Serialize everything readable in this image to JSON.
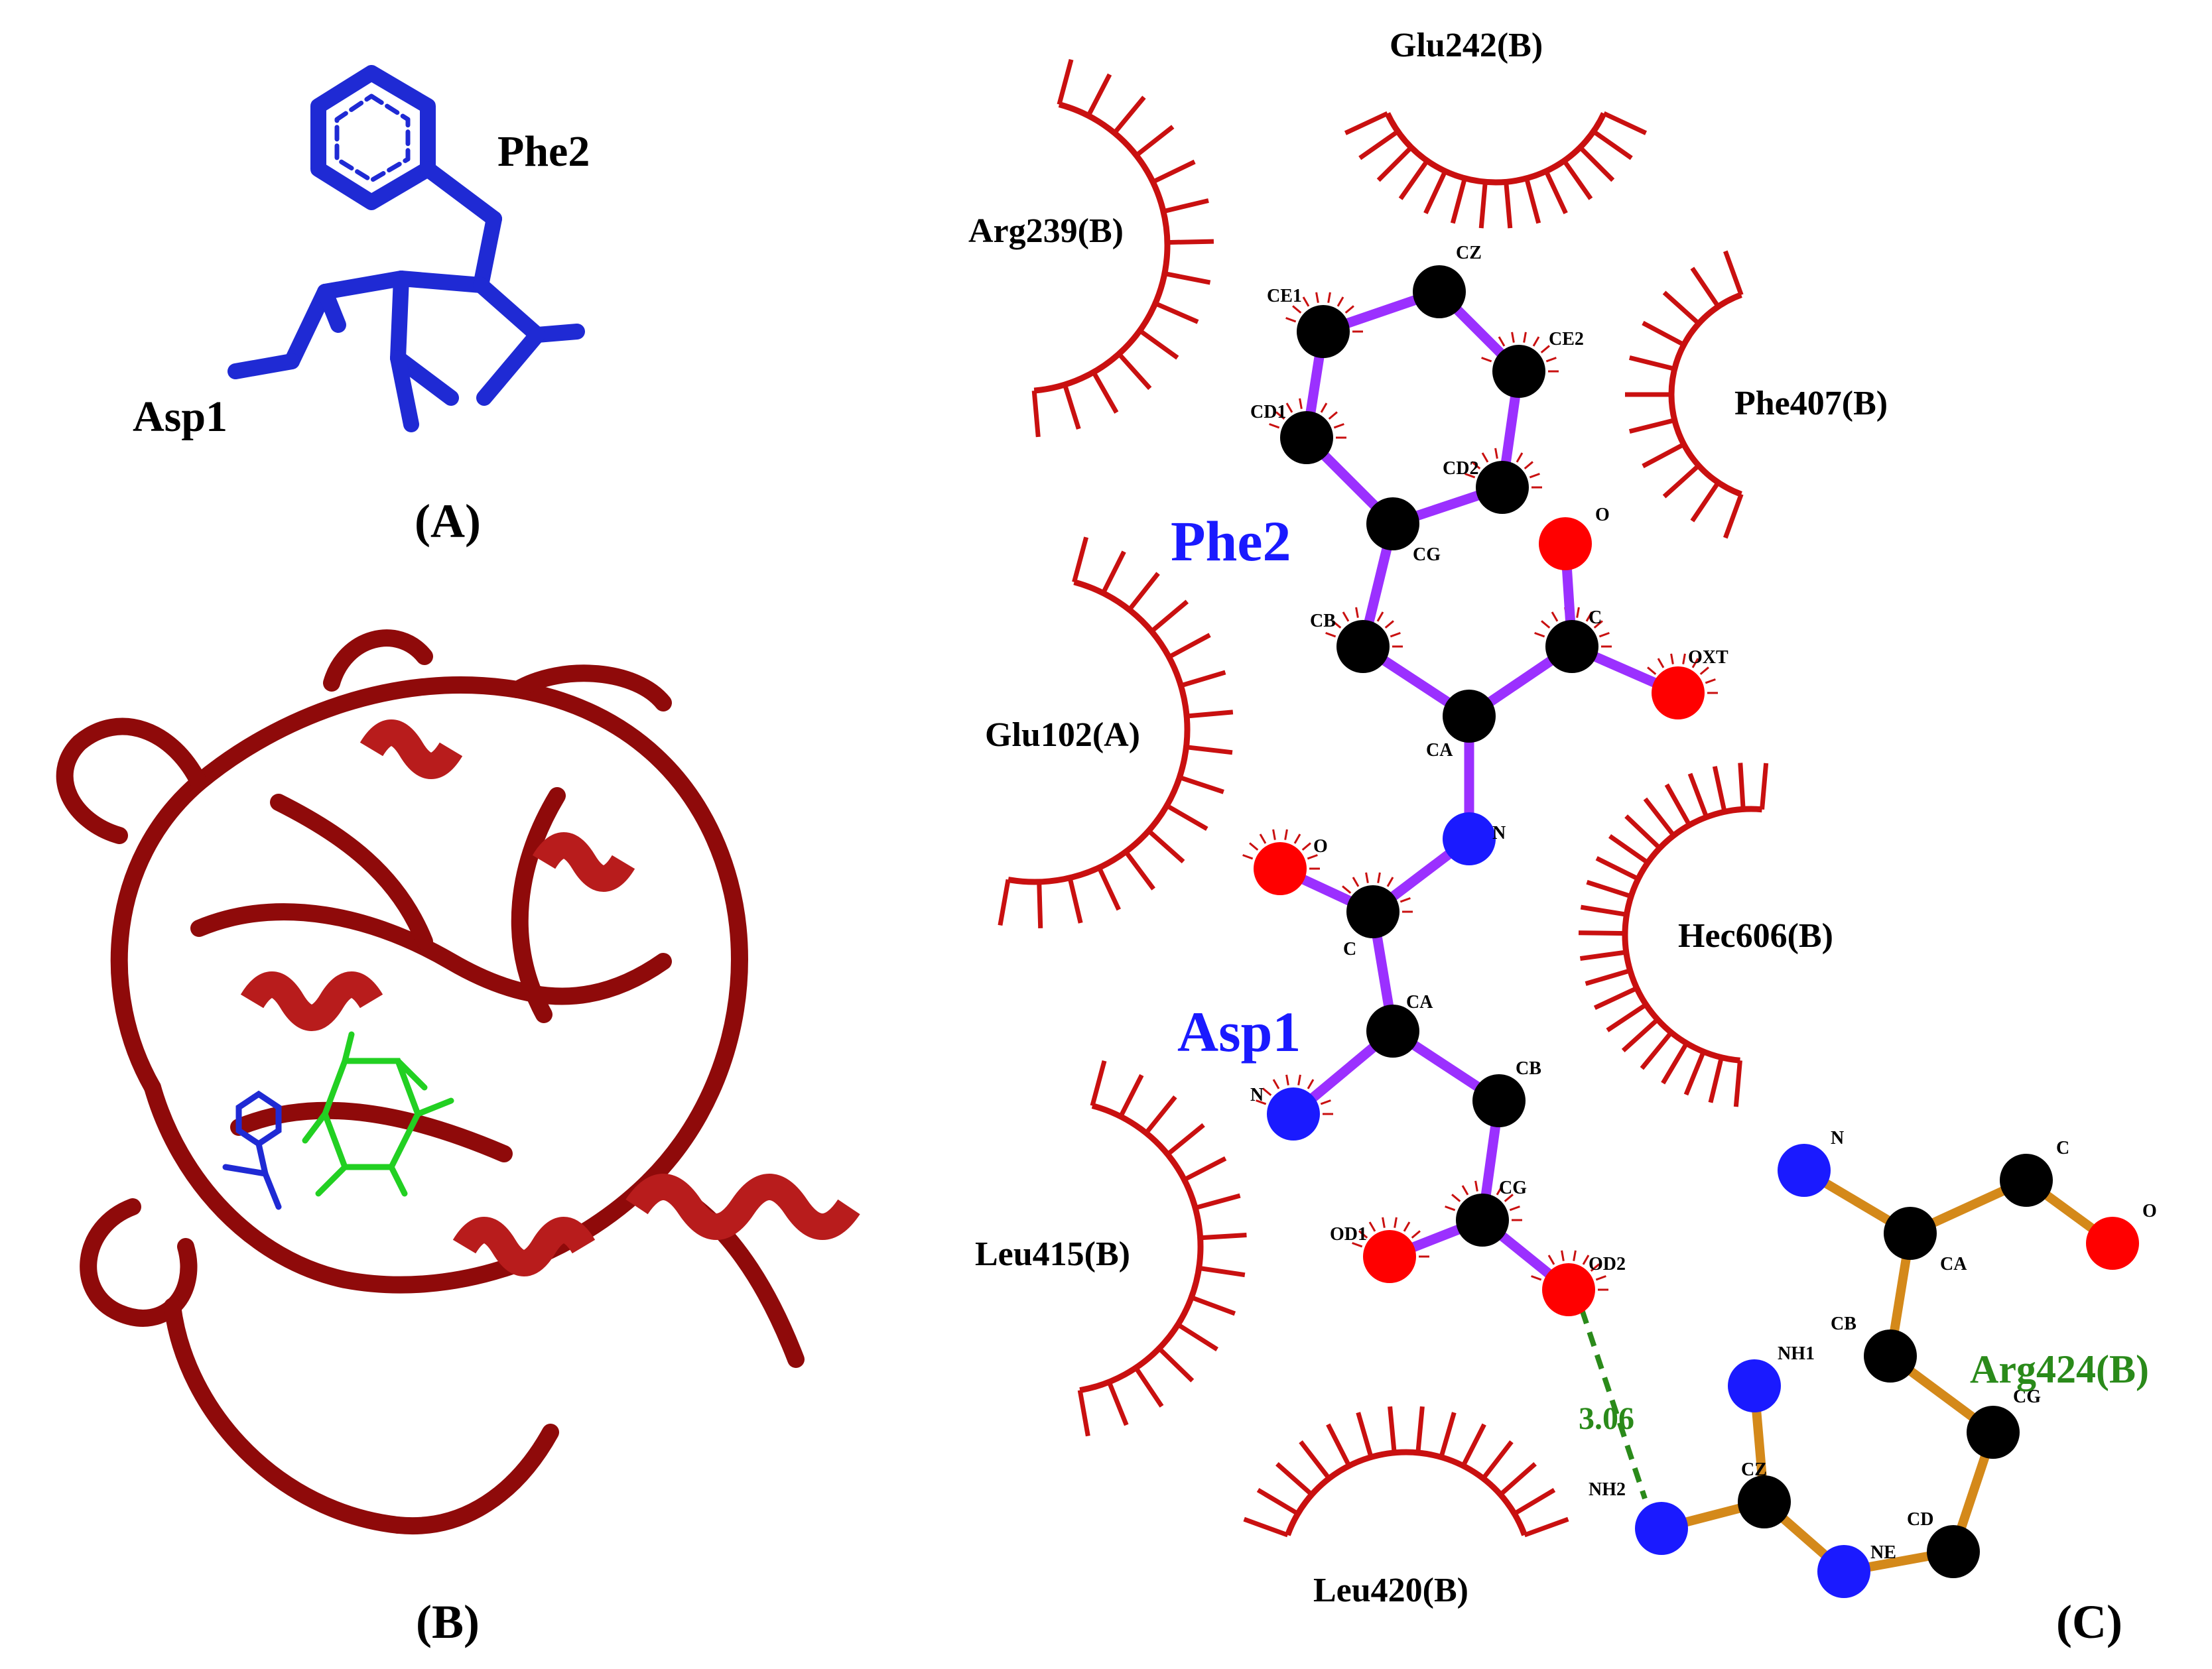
{
  "panels": {
    "a": {
      "label": "(A)",
      "residue_labels": [
        "Phe2",
        "Asp1"
      ],
      "stick_color": "#1f2ad4"
    },
    "b": {
      "label": "(B)",
      "ribbon_color": "#8f0a0a",
      "ligand_color": "#1f2ad4",
      "heme_color": "#22d022"
    },
    "c": {
      "label": "(C)",
      "ligand_residues": [
        "Phe2",
        "Asp1"
      ],
      "hydrophobic_contacts": [
        "Glu242(B)",
        "Arg239(B)",
        "Phe407(B)",
        "Glu102(A)",
        "Hec606(B)",
        "Leu415(B)",
        "Leu420(B)"
      ],
      "hbond_residue": "Arg424(B)",
      "hbond_distance": "3.06",
      "ligand_atoms": [
        "CZ",
        "CE1",
        "CE2",
        "CD1",
        "CD2",
        "CG",
        "O",
        "CB",
        "C",
        "OXT",
        "CA",
        "N",
        "O",
        "C",
        "CA",
        "CB",
        "N",
        "CG",
        "OD1",
        "OD2"
      ],
      "arg_atoms": [
        "N",
        "C",
        "O",
        "CA",
        "CB",
        "NH1",
        "CG",
        "NH2",
        "CZ",
        "CD",
        "NE"
      ],
      "colors": {
        "ligand_bond": "#9b30ff",
        "arg_bond": "#d4891a",
        "carbon": "#000000",
        "oxygen": "#ff0000",
        "nitrogen": "#1a1aff",
        "hydrophobic": "#c91010",
        "ligand_label": "#1a1aff",
        "hbond": "#2a8a1a"
      }
    }
  }
}
